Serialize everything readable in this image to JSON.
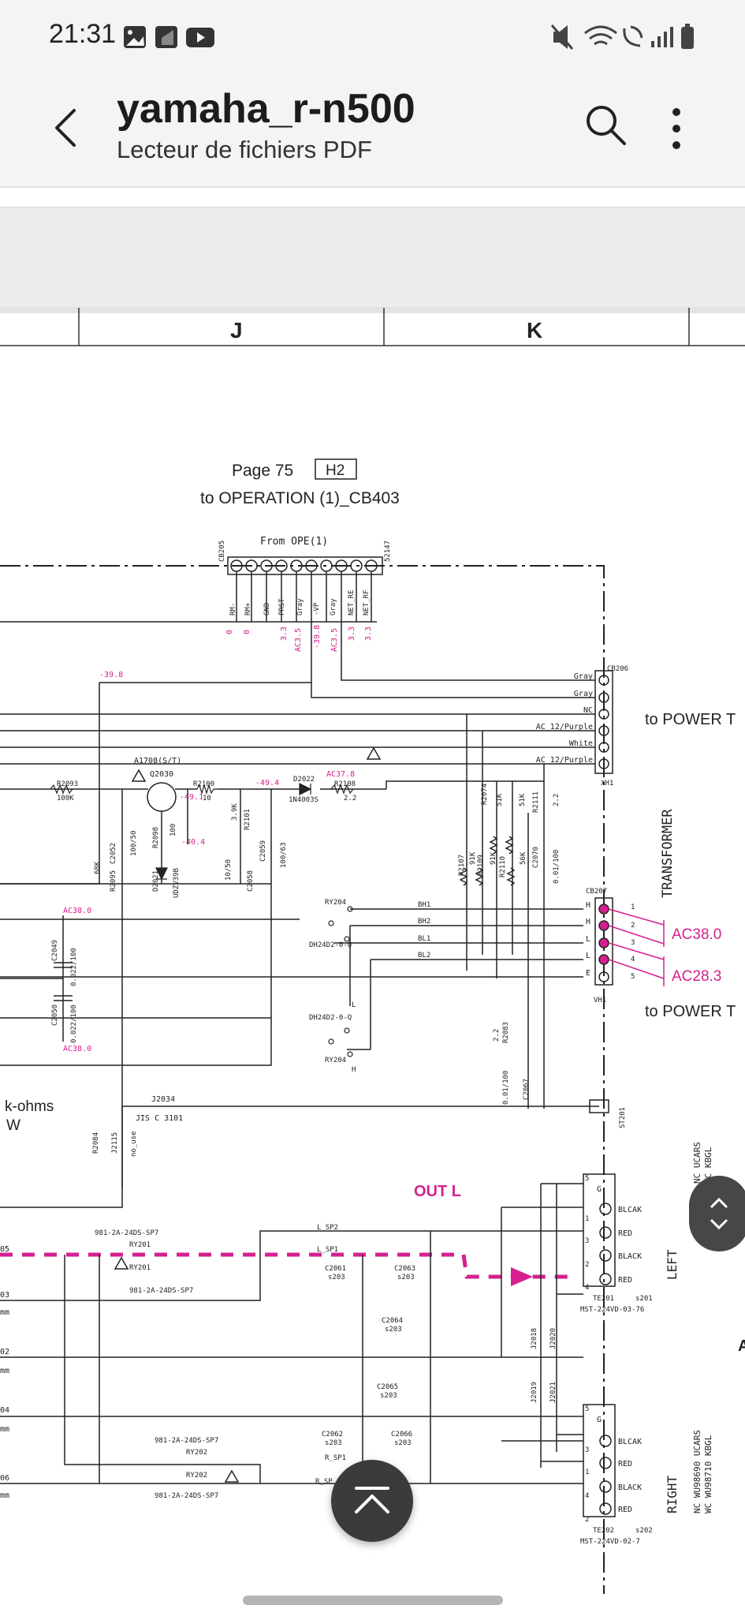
{
  "status": {
    "time": "21:31"
  },
  "app": {
    "title": "yamaha_r-n500",
    "subtitle": "Lecteur de fichiers PDF"
  },
  "doc": {
    "columns": [
      "J",
      "K"
    ],
    "ref_page": "Page 75",
    "ref_box": "H2",
    "ref_to": "to OPERATION (1)_CB403",
    "from_ope": "From OPE(1)",
    "cb205": "CB205",
    "n_2147": "52147",
    "pin_labels": [
      "RM-",
      "RM+",
      "GND",
      "PRST",
      "Gray",
      "-VP",
      "Gray",
      "NET_RE",
      "NET_RF"
    ],
    "pin_values": [
      "0",
      "0",
      "3.3",
      "AC3.5",
      "-39.8",
      "AC3.5",
      "3.3",
      "3.3"
    ],
    "cb206": "CB206",
    "cb206_labels": [
      "Gray",
      "Gray",
      "NC",
      "AC_12/Purple",
      "White",
      "AC_12/Purple"
    ],
    "xh1": "XH1",
    "to_power_t1": "to POWER T",
    "transformer": "TRANSFORMER",
    "to_power_t2": "to POWER T",
    "val_neg398": "-39.8",
    "val_neg491": "-49.1",
    "val_neg494": "-49.4",
    "val_neg404": "-40.4",
    "val_ac378": "AC37.8",
    "val_ac380a": "AC38.0",
    "val_ac380b": "AC38.0",
    "ac380_big": "AC38.0",
    "ac283_big": "AC28.3",
    "a1708": "A1708(S/T)",
    "q2030": "Q2030",
    "r2093": "R2093",
    "r2093v": "100K",
    "r2100": "R2100",
    "r2100v": "10",
    "d2022": "D2022",
    "d2022v": "1N4003S",
    "r2108": "R2108",
    "r2108v": "2.2",
    "r2101": "R2101",
    "r2101v": "3.9K",
    "r2098": "R2098",
    "r2098v": "100",
    "c2052": "C2052",
    "c2052v": "100/50",
    "r2095": "R2095",
    "r2095v": "68K",
    "d2021": "D2021",
    "d2021v": "UDZV39B",
    "c2058": "C2058",
    "c2058v": "10/50",
    "c2059": "C2059",
    "c2059v": "100/63",
    "r2074": "R2074",
    "r2075": "51K",
    "r2077": "51K",
    "r2111": "R2111",
    "r2111v": "2.2",
    "r2107": "R2107",
    "r2109": "R2109",
    "r2110": "R2110",
    "r2107v": "91K",
    "r2109v": "91K",
    "r2110v": "56K",
    "c2070": "C2070",
    "c2070v": "0.01/100",
    "cb207": "CB207",
    "vh1": "VH1",
    "cb207_pins": [
      "H",
      "H",
      "L",
      "L",
      "E"
    ],
    "cb207_nums": [
      "1",
      "2",
      "3",
      "4",
      "5"
    ],
    "ry204a": "RY204",
    "ry204b": "RY204",
    "dh24a": "DH24D2-0-Q",
    "dh24b": "DH24D2-0-Q",
    "bh1": "BH1",
    "bh2": "BH2",
    "bl1": "BL1",
    "bl2": "BL2",
    "l_lbl": "L",
    "h_lbl": "H",
    "c2049": "C2049",
    "c2049v": "0.022/100",
    "c2050": "C2050",
    "c2050v": "0.022/100",
    "r2083": "R2083",
    "r2083v": "2.2",
    "c2067": "C2067",
    "c2067v": "0.01/100",
    "kohms": "k-ohms",
    "w_unit": "W",
    "j2034": "J2034",
    "jisc": "JIS C 3101",
    "r2084": "R2084",
    "j2115": "J2115",
    "no_use": "no_use",
    "st201": "ST201",
    "out_l": "OUT L",
    "ry201_part": "981-2A-24DS-SP7",
    "ry201": "RY201",
    "ry201b": "RY201",
    "ry201_part2": "981-2A-24DS-SP7",
    "l_sp2": "L_SP2",
    "l_sp1": "L_SP1",
    "c2061": "C2061",
    "c2063": "C2063",
    "s203": "s203",
    "c2064": "C2064",
    "c2065": "C2065",
    "c2062": "C2062",
    "c2066": "C2066",
    "r_sp1": "R_SP1",
    "r_sp": "R_SP",
    "ry202_part": "981-2A-24DS-SP7",
    "ry202": "RY202",
    "ry202b": "RY202",
    "ry202_part2": "981-2A-24DS-SP7",
    "te201_labels": [
      "BLCAK",
      "RED",
      "BLACK",
      "RED"
    ],
    "te201_nums": [
      "5",
      "1",
      "3",
      "2",
      "4"
    ],
    "te201": "TE201",
    "s201": "s201",
    "mst1": "MST-224VD-03-76",
    "te202_labels": [
      "BLCAK",
      "RED",
      "BLACK",
      "RED"
    ],
    "te202_nums": [
      "5",
      "3",
      "1",
      "4",
      "2"
    ],
    "te202": "TE202",
    "s202": "s202",
    "mst2": "MST-224VD-02-7",
    "j2018": "J2018",
    "j2019": "J2019",
    "j2020": "J2020",
    "j2021": "J2021",
    "left": "LEFT",
    "right": "RIGHT",
    "nc_ucars": "NC  UCARS",
    "wc_kbgl": "WC  KBGL",
    "nc_wu": "NC  WU98690  UCARS",
    "wc_wu": "WC  WU98710  KBGL",
    "a_edge": "A",
    "left_nums": [
      "05",
      "03",
      "mm",
      "02",
      "mm",
      "04",
      "mm",
      "06",
      "mm"
    ],
    "g_lbl": "G"
  },
  "colors": {
    "accent": "#d6208f",
    "line": "#111111"
  },
  "icons": [
    "back-arrow-icon",
    "search-icon",
    "more-vert-icon",
    "scroll-to-top-icon",
    "page-scroll-icon"
  ]
}
